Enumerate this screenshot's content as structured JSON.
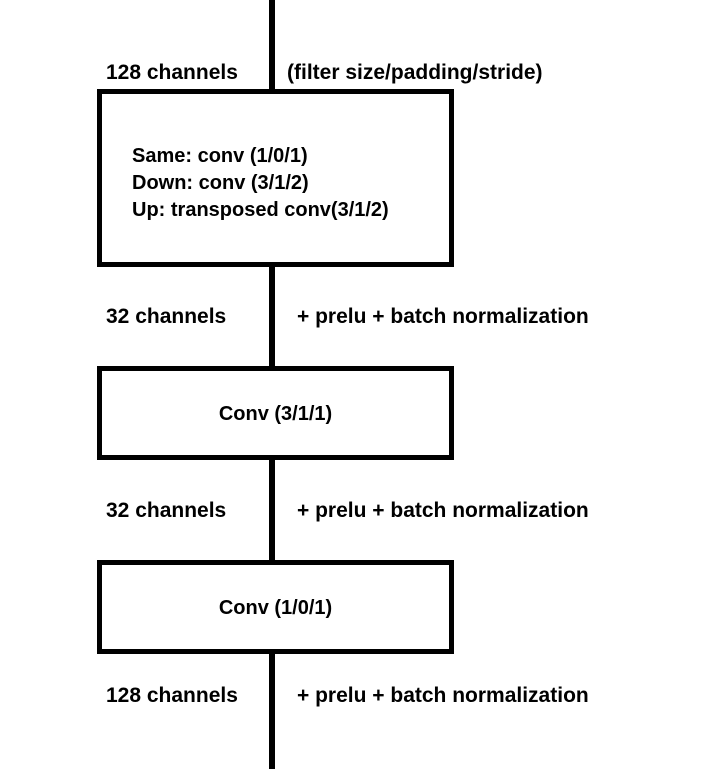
{
  "top_labels": {
    "channels": "128 channels",
    "params_legend": "(filter size/padding/stride)"
  },
  "block1": {
    "lines": [
      "Same: conv (1/0/1)",
      "Down: conv (3/1/2)",
      "Up: transposed conv(3/1/2)"
    ]
  },
  "edge1": {
    "channels": "32 channels",
    "ops": "+ prelu + batch normalization"
  },
  "block2": {
    "label": "Conv (3/1/1)"
  },
  "edge2": {
    "channels": "32 channels",
    "ops": "+ prelu + batch normalization"
  },
  "block3": {
    "label": "Conv (1/0/1)"
  },
  "edge3": {
    "channels": "128 channels",
    "ops": "+ prelu + batch normalization"
  }
}
